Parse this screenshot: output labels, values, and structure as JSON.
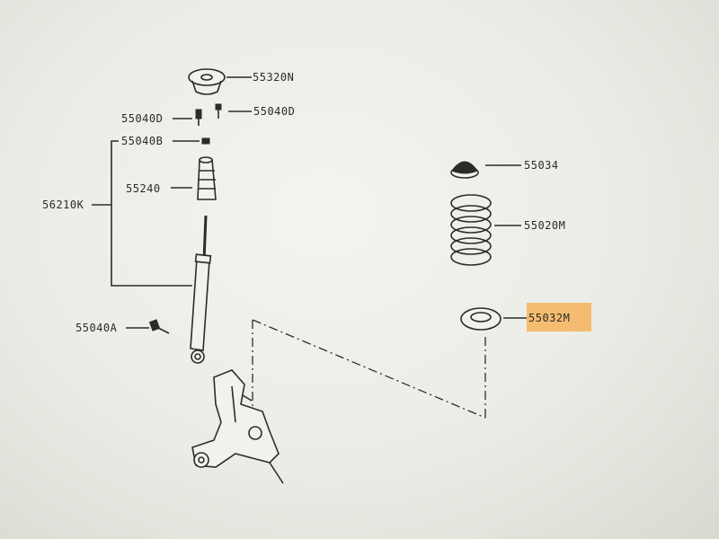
{
  "parts": {
    "mount": "55320N",
    "bolt_left": "55040D",
    "bolt_right": "55040D",
    "nut": "55040B",
    "assembly": "56210K",
    "bumper": "55240",
    "bolt_lower": "55040A",
    "spring_cap": "55034",
    "spring": "55020M",
    "seat": "55032M"
  },
  "highlight_color": "#f4b45a",
  "line_color": "#2b2b2b"
}
